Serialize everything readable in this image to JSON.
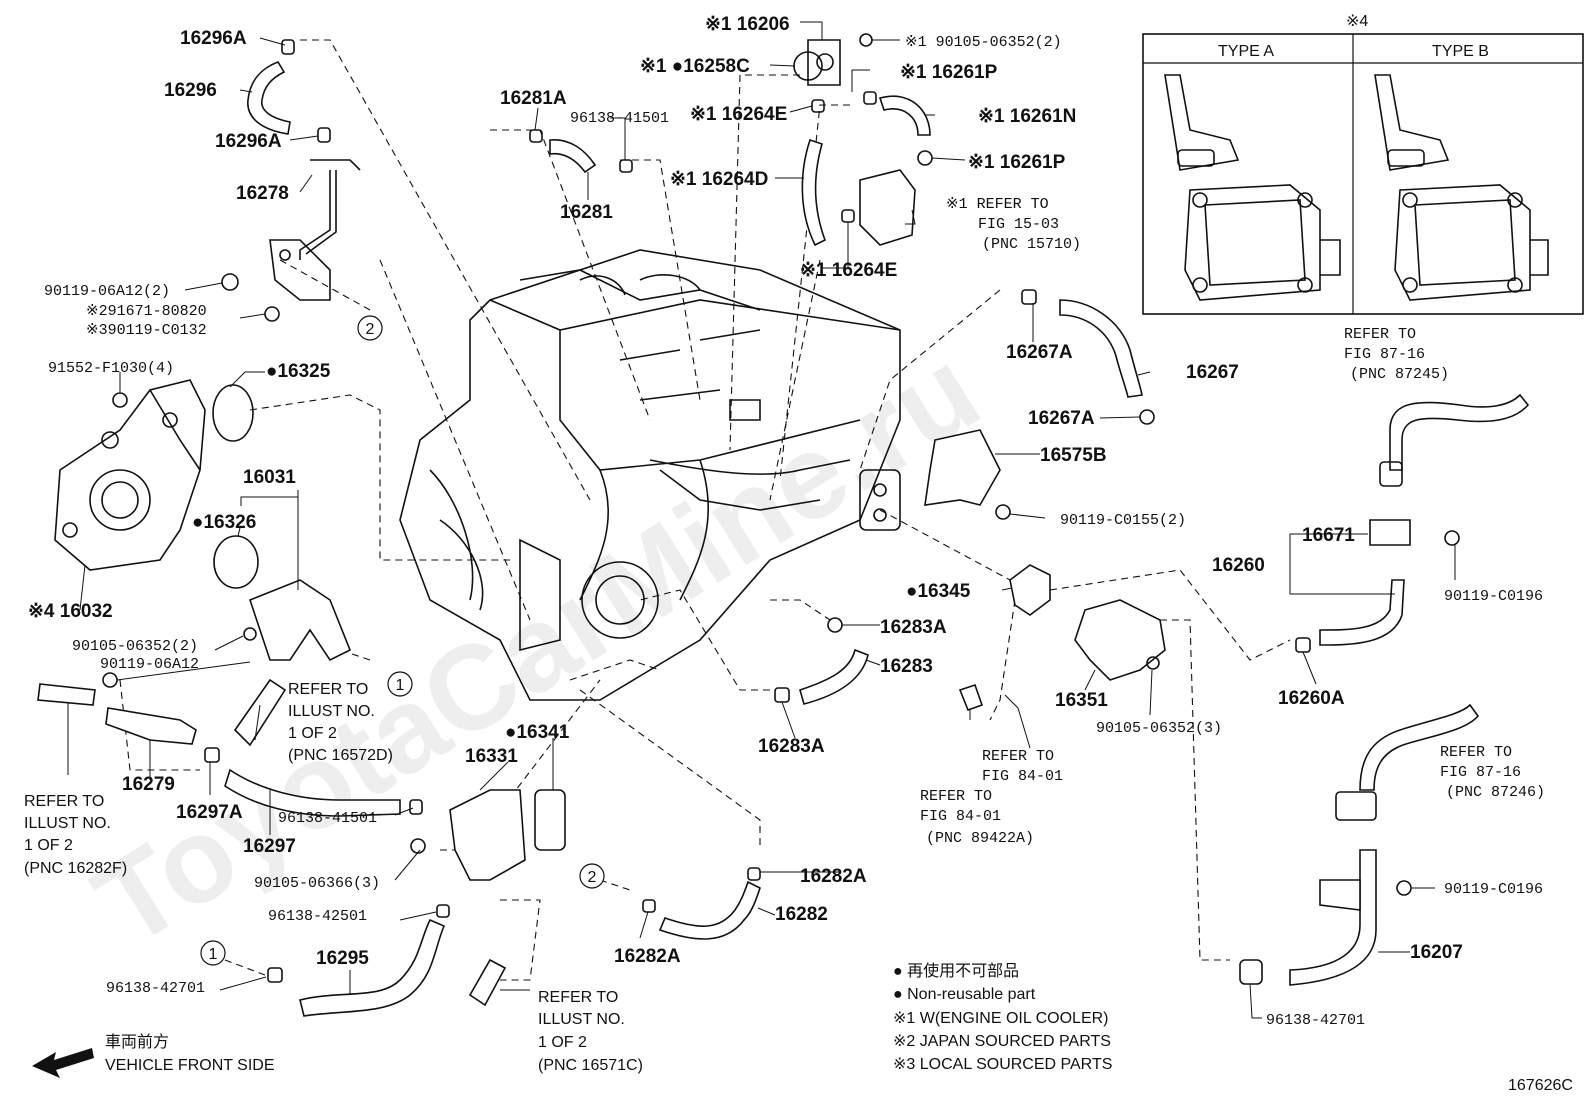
{
  "watermark": "ToyotaCarMine.ru",
  "diagram_code": "167626C",
  "inset": {
    "marker": "※4",
    "type_a": "TYPE A",
    "type_b": "TYPE B"
  },
  "labels": {
    "p16296A_top": "16296A",
    "p16296": "16296",
    "p16296A_mid": "16296A",
    "p16278": "16278",
    "p90119_06A12_2": "90119-06A12(2)",
    "p291671_80820": "※291671-80820",
    "p390119_C0132": "※390119-C0132",
    "p91552_F1030": "91552-F1030(4)",
    "p16325": "●16325",
    "p16031": "16031",
    "p16326": "●16326",
    "p16032": "※4 16032",
    "p90105_06352_2": "90105-06352(2)",
    "p90119_06A12": "90119-06A12",
    "p16279": "16279",
    "p16297A": "16297A",
    "p96138_41501_b": "96138-41501",
    "p16297": "16297",
    "p90105_06366": "90105-06366(3)",
    "p96138_42501": "96138-42501",
    "p16295": "16295",
    "p96138_42701_l": "96138-42701",
    "p16206": "※1 16206",
    "p90105_06352_top": "※1 90105-06352(2)",
    "p16258C": "※1 ●16258C",
    "p16261P_a": "※1 16261P",
    "p16281A": "16281A",
    "p96138_41501_t": "96138-41501",
    "p16264E_a": "※1 16264E",
    "p16261N": "※1 16261N",
    "p16261P_b": "※1 16261P",
    "p16281": "16281",
    "p16264D": "※1 16264D",
    "p16264E_b": "※1 16264E",
    "p16267A_a": "16267A",
    "p16267": "16267",
    "p16267A_b": "16267A",
    "p16575B": "16575B",
    "p90119_C0155": "90119-C0155(2)",
    "p16345": "●16345",
    "p16283A_a": "16283A",
    "p16283": "16283",
    "p16283A_b": "16283A",
    "p16341": "●16341",
    "p16331": "16331",
    "p16351": "16351",
    "p90105_06352_3": "90105-06352(3)",
    "p16282A_a": "16282A",
    "p16282": "16282",
    "p16282A_b": "16282A",
    "p16671": "16671",
    "p90119_C0196_a": "90119-C0196",
    "p16260": "16260",
    "p16260A": "16260A",
    "p90119_C0196_b": "90119-C0196",
    "p16207": "16207",
    "p96138_42701_r": "96138-42701",
    "circle1": "1",
    "circle2": "2"
  },
  "references": {
    "fig15_03": [
      "※1 REFER TO",
      "FIG 15-03",
      "(PNC 15710)"
    ],
    "fig87_16_top": [
      "REFER TO",
      "FIG 87-16",
      "(PNC 87245)"
    ],
    "fig87_16_bot": [
      "REFER TO",
      "FIG 87-16",
      "(PNC 87246)"
    ],
    "fig84_01_a": [
      "REFER TO",
      "FIG 84-01"
    ],
    "fig84_01_b": [
      "REFER TO",
      "FIG 84-01",
      "(PNC 89422A)"
    ],
    "illust_16572D": [
      "REFER TO",
      "ILLUST NO.",
      "1 OF 2",
      "(PNC 16572D)"
    ],
    "illust_16282F": [
      "REFER TO",
      "ILLUST NO.",
      "1 OF 2",
      "(PNC 16282F)"
    ],
    "illust_16571C": [
      "REFER TO",
      "ILLUST NO.",
      "1 OF 2",
      "(PNC 16571C)"
    ]
  },
  "legend": {
    "jp_nonreusable": "● 再使用不可部品",
    "nonreusable": "● Non-reusable part",
    "note1": "※1 W(ENGINE OIL COOLER)",
    "note2": "※2 JAPAN SOURCED PARTS",
    "note3": "※3 LOCAL SOURCED PARTS"
  },
  "direction": {
    "jp": "車両前方",
    "en": "VEHICLE FRONT SIDE",
    "icon": "arrow-left-icon"
  }
}
